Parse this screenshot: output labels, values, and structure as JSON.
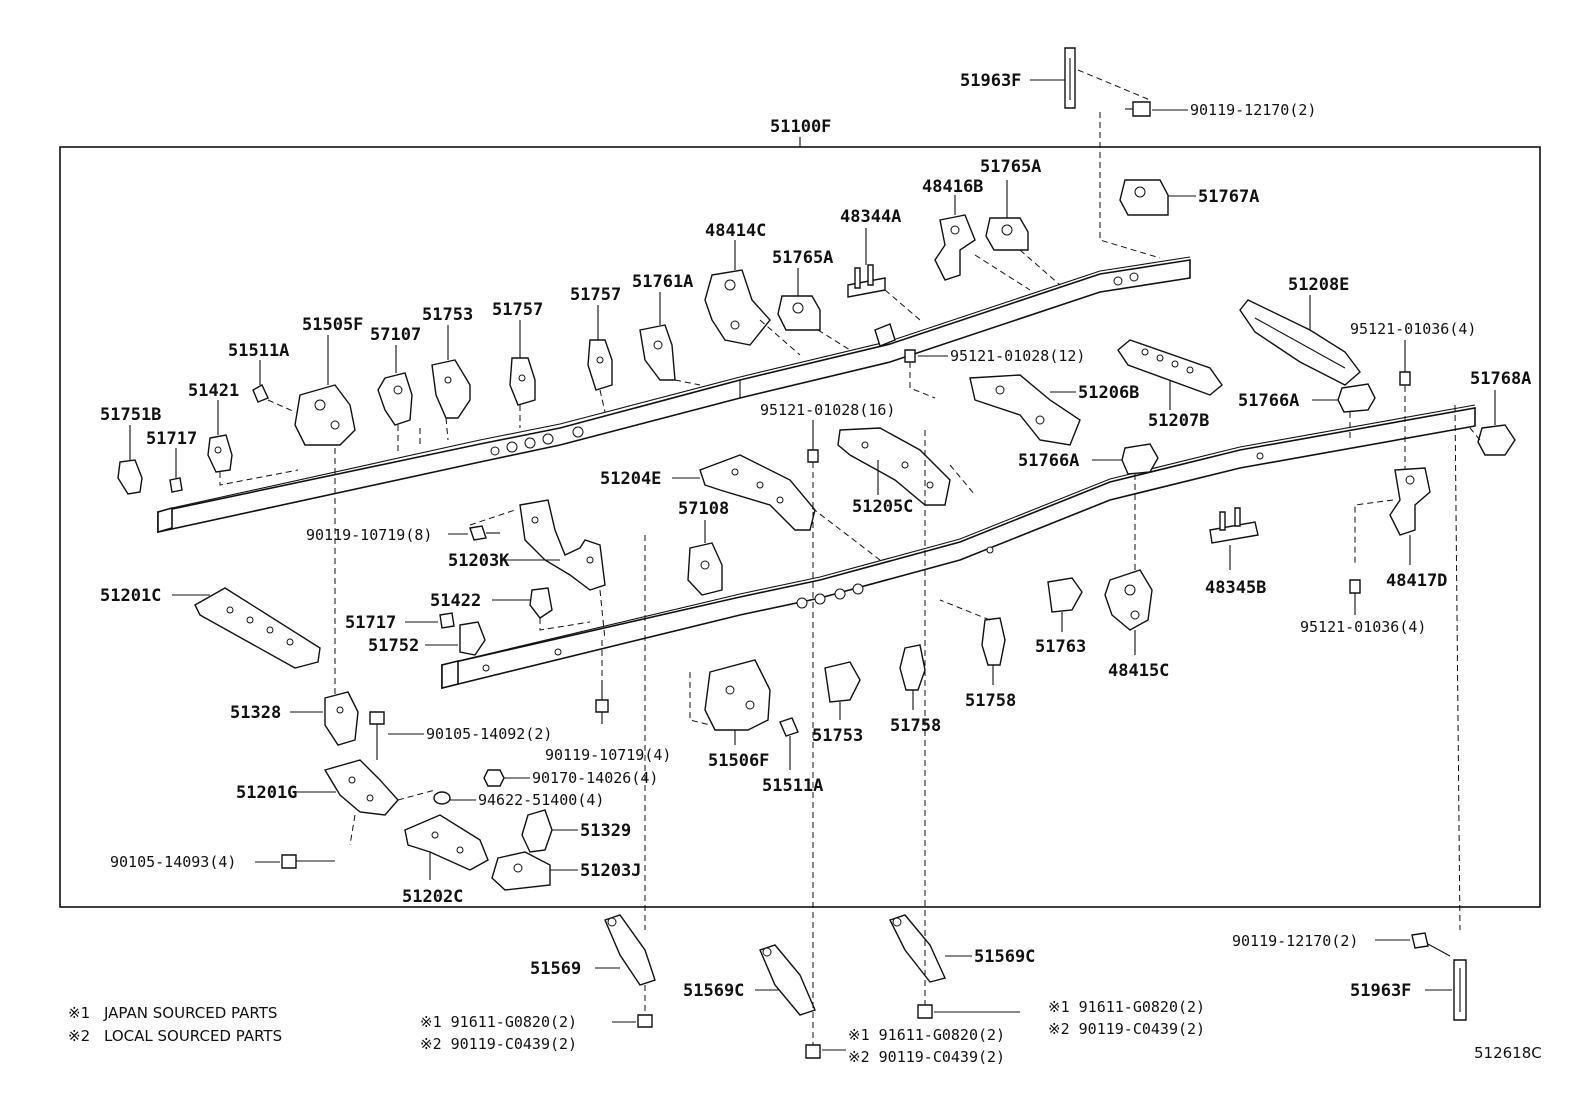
{
  "diagram_code": "512618C",
  "assembly": "51100F",
  "notes": [
    {
      "mark": "※1",
      "text": "JAPAN SOURCED PARTS"
    },
    {
      "mark": "※2",
      "text": "LOCAL SOURCED PARTS"
    }
  ],
  "labels": {
    "p51963F_top": "51963F",
    "p90119_12170_top": "90119-12170(2)",
    "p51767A": "51767A",
    "p51765A_upper": "51765A",
    "p48416B": "48416B",
    "p48344A": "48344A",
    "p48414C": "48414C",
    "p51765A_lower": "51765A",
    "p51761A": "51761A",
    "p51757_a": "51757",
    "p51757_b": "51757",
    "p51753_upper": "51753",
    "p57107": "57107",
    "p51505F": "51505F",
    "p51511A_upper": "51511A",
    "p51421": "51421",
    "p51751B": "51751B",
    "p51717_upper": "51717",
    "p51208E": "51208E",
    "p95121_01036_upper": "95121-01036(4)",
    "p95121_01028_12": "95121-01028(12)",
    "p51206B": "51206B",
    "p51207B": "51207B",
    "p51766A_upper": "51766A",
    "p51768A": "51768A",
    "p95121_01028_16": "95121-01028(16)",
    "p51766A_lower": "51766A",
    "p51204E": "51204E",
    "p51205C": "51205C",
    "p57108": "57108",
    "p90119_10719_8": "90119-10719(8)",
    "p51203K": "51203K",
    "p48417D": "48417D",
    "p48345B": "48345B",
    "p95121_01036_lower": "95121-01036(4)",
    "p51201C": "51201C",
    "p51422": "51422",
    "p51717_lower": "51717",
    "p51752": "51752",
    "p51763": "51763",
    "p48415C": "48415C",
    "p51758_right": "51758",
    "p51328": "51328",
    "p90105_14092": "90105-14092(2)",
    "p90119_10719_4": "90119-10719(4)",
    "p51506F": "51506F",
    "p51753_lower": "51753",
    "p51758_mid": "51758",
    "p51511A_lower": "51511A",
    "p51201G": "51201G",
    "p90170_14026": "90170-14026(4)",
    "p94622_51400": "94622-51400(4)",
    "p51329": "51329",
    "p90105_14093": "90105-14093(4)",
    "p51203J": "51203J",
    "p51202C": "51202C",
    "p51569": "51569",
    "p51569C_mid": "51569C",
    "p51569C_right": "51569C",
    "p90119_12170_bottom": "90119-12170(2)",
    "p51963F_bottom": "51963F",
    "bolt_a_1": "※1 91611-G0820(2)",
    "bolt_a_2": "※2 90119-C0439(2)",
    "bolt_b_1": "※1 91611-G0820(2)",
    "bolt_b_2": "※2 90119-C0439(2)",
    "bolt_c_1": "※1 91611-G0820(2)",
    "bolt_c_2": "※2 90119-C0439(2)"
  }
}
